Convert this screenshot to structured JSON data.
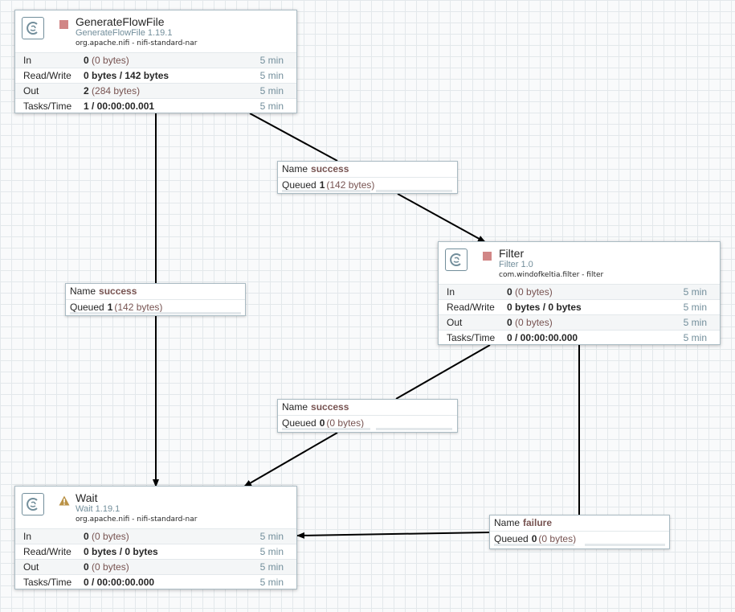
{
  "processors": {
    "generate": {
      "name": "GenerateFlowFile",
      "type": "GenerateFlowFile 1.19.1",
      "bundle": "org.apache.nifi - nifi-standard-nar",
      "state": "stopped",
      "stats": {
        "in": {
          "label": "In",
          "value": "0",
          "paren": "(0 bytes)",
          "time": "5 min"
        },
        "rw": {
          "label": "Read/Write",
          "value": "0 bytes / 142 bytes",
          "time": "5 min"
        },
        "out": {
          "label": "Out",
          "value": "2",
          "paren": "(284 bytes)",
          "time": "5 min"
        },
        "tasks": {
          "label": "Tasks/Time",
          "value": "1 / 00:00:00.001",
          "time": "5 min"
        }
      }
    },
    "filter": {
      "name": "Filter",
      "type": "Filter 1.0",
      "bundle": "com.windofkeltia.filter - filter",
      "state": "stopped",
      "stats": {
        "in": {
          "label": "In",
          "value": "0",
          "paren": "(0 bytes)",
          "time": "5 min"
        },
        "rw": {
          "label": "Read/Write",
          "value": "0 bytes / 0 bytes",
          "time": "5 min"
        },
        "out": {
          "label": "Out",
          "value": "0",
          "paren": "(0 bytes)",
          "time": "5 min"
        },
        "tasks": {
          "label": "Tasks/Time",
          "value": "0 / 00:00:00.000",
          "time": "5 min"
        }
      }
    },
    "wait": {
      "name": "Wait",
      "type": "Wait 1.19.1",
      "bundle": "org.apache.nifi - nifi-standard-nar",
      "state": "invalid",
      "stats": {
        "in": {
          "label": "In",
          "value": "0",
          "paren": "(0 bytes)",
          "time": "5 min"
        },
        "rw": {
          "label": "Read/Write",
          "value": "0 bytes / 0 bytes",
          "time": "5 min"
        },
        "out": {
          "label": "Out",
          "value": "0",
          "paren": "(0 bytes)",
          "time": "5 min"
        },
        "tasks": {
          "label": "Tasks/Time",
          "value": "0 / 00:00:00.000",
          "time": "5 min"
        }
      }
    }
  },
  "connections": {
    "gen_to_filter": {
      "name_label": "Name",
      "name": "success",
      "queued_label": "Queued",
      "queued": "1",
      "queued_size": "(142 bytes)"
    },
    "gen_to_wait": {
      "name_label": "Name",
      "name": "success",
      "queued_label": "Queued",
      "queued": "1",
      "queued_size": "(142 bytes)"
    },
    "filter_to_wait_success": {
      "name_label": "Name",
      "name": "success",
      "queued_label": "Queued",
      "queued": "0",
      "queued_size": "(0 bytes)"
    },
    "filter_to_wait_failure": {
      "name_label": "Name",
      "name": "failure",
      "queued_label": "Queued",
      "queued": "0",
      "queued_size": "(0 bytes)"
    }
  },
  "colors": {
    "canvas": "#f9fafb",
    "grid": "#e3e8eb",
    "stopped": "#d18686",
    "warning": "#ba9246",
    "relationship": "#775351",
    "meta": "#728e9b"
  },
  "icons": {
    "processor": "processor-icon",
    "stopped": "stopped-icon",
    "warning": "warning-icon"
  }
}
